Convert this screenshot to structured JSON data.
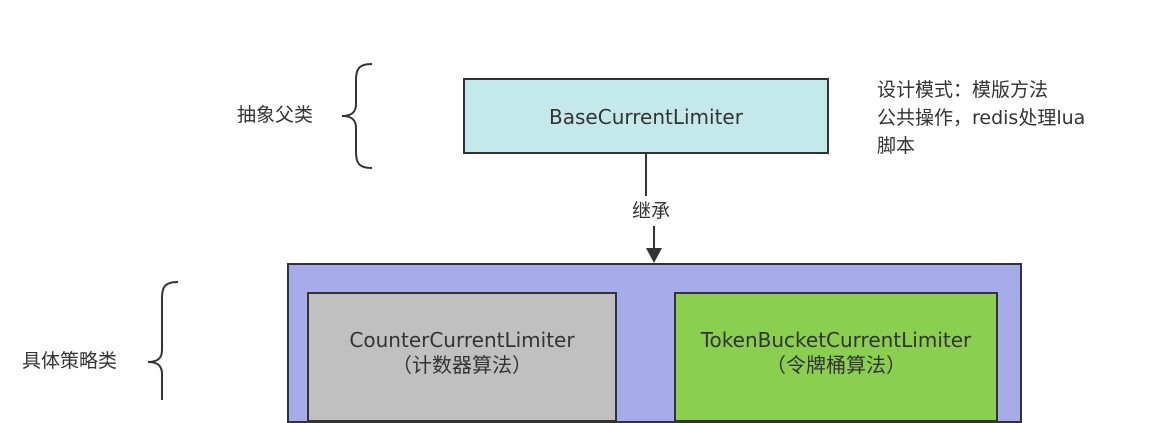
{
  "diagram": {
    "labels": {
      "abstract_parent": "抽象父类",
      "concrete_strategy": "具体策略类",
      "inherit": "继承"
    },
    "nodes": {
      "base": {
        "name": "BaseCurrentLimiter"
      },
      "counter": {
        "name": "CounterCurrentLimiter",
        "sub": "（计数器算法）"
      },
      "token": {
        "name": "TokenBucketCurrentLimiter",
        "sub": "（令牌桶算法）"
      }
    },
    "note": {
      "line1": "设计模式：模版方法",
      "line2": "公共操作，redis处理lua",
      "line3": "脚本"
    },
    "colors": {
      "base_fill": "#c5e9ea",
      "container_fill": "#a6acea",
      "counter_fill": "#c0c0c0",
      "token_fill": "#8bcf50",
      "stroke": "#333333"
    }
  }
}
